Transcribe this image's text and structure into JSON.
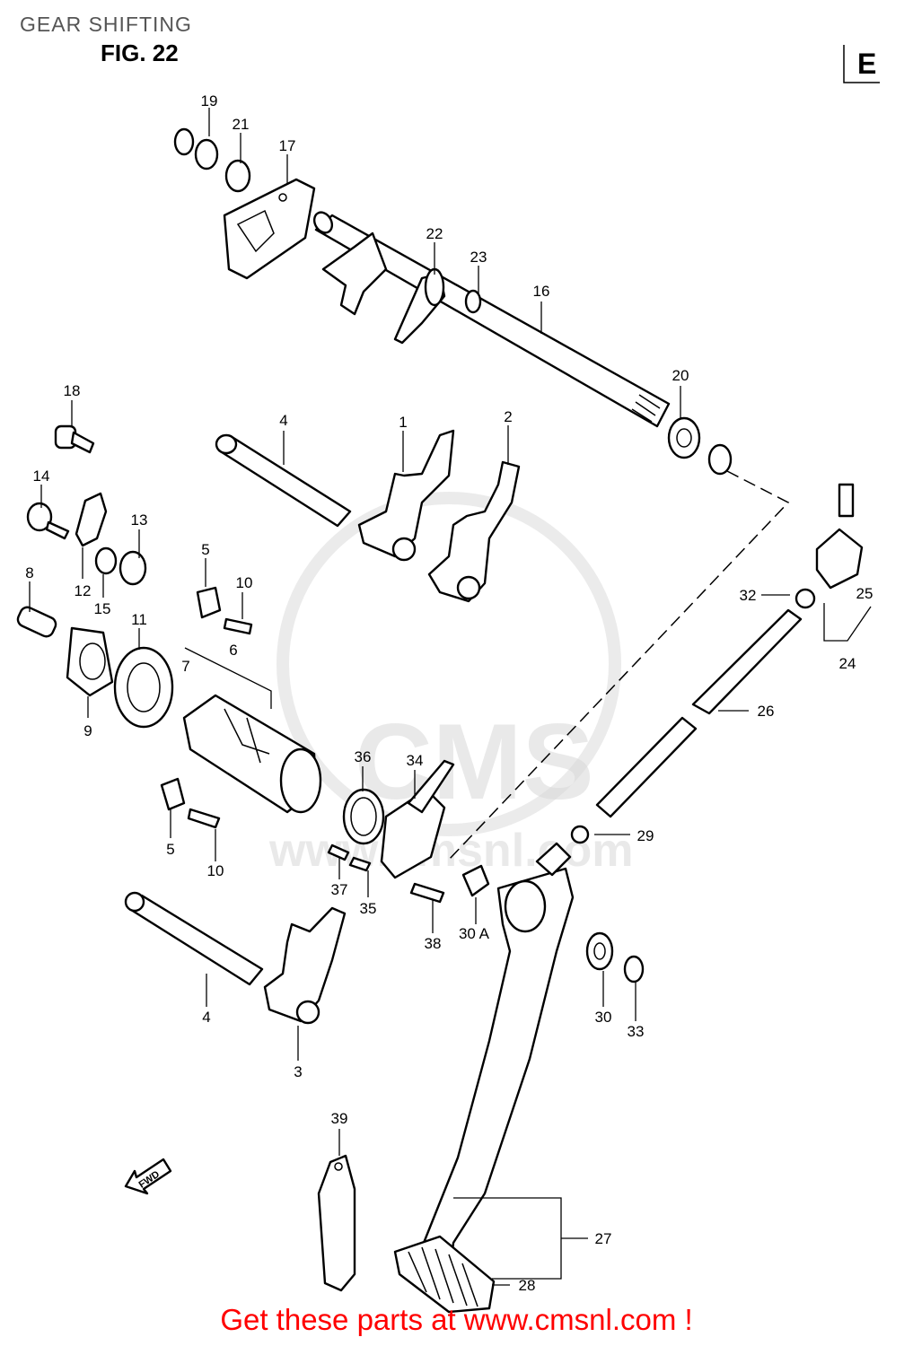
{
  "header": {
    "section_title": "GEAR SHIFTING",
    "figure_title": "FIG. 22",
    "corner_mark": "E"
  },
  "watermark": {
    "brand": "CMS",
    "url": "www.cmsnl.com"
  },
  "arrow_label": "FWD",
  "callouts": {
    "p1": "1",
    "p2": "2",
    "p3": "3",
    "p4a": "4",
    "p4b": "4",
    "p5a": "5",
    "p5b": "5",
    "p6": "6",
    "p7": "7",
    "p8": "8",
    "p9": "9",
    "p10a": "10",
    "p10b": "10",
    "p11": "11",
    "p12": "12",
    "p13": "13",
    "p14": "14",
    "p15": "15",
    "p16": "16",
    "p17": "17",
    "p18": "18",
    "p19": "19",
    "p20": "20",
    "p21": "21",
    "p22": "22",
    "p23": "23",
    "p24": "24",
    "p25": "25",
    "p26": "26",
    "p27": "27",
    "p28": "28",
    "p29": "29",
    "p30": "30",
    "p30a": "30 A",
    "p32": "32",
    "p33": "33",
    "p34": "34",
    "p35": "35",
    "p36": "36",
    "p37": "37",
    "p38": "38",
    "p39": "39"
  },
  "footer": {
    "text": "Get these parts at www.cmsnl.com !",
    "color": "#ff0000"
  }
}
